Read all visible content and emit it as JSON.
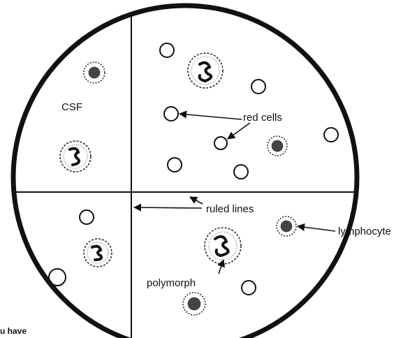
{
  "labels": {
    "csf": "CSF",
    "red_cells": "red cells",
    "ruled_lines": "ruled lines",
    "lymphocyte": "lymphocyte",
    "polymorph": "polymorph"
  },
  "footer_fragment": "u have",
  "colors": {
    "ink": "#111111",
    "background": "#ffffff",
    "cell_stipple": "#333333"
  }
}
